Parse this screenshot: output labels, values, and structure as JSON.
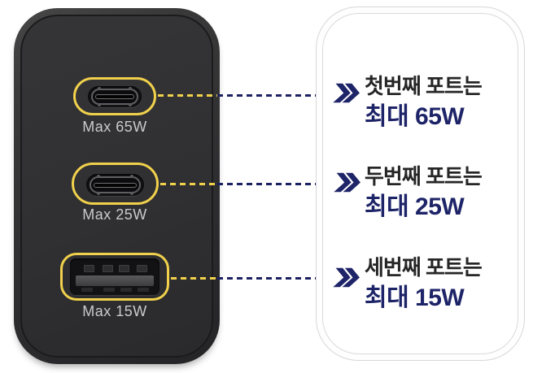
{
  "charger": {
    "ports": [
      {
        "type": "usb-c",
        "label": "Max 65W"
      },
      {
        "type": "usb-c",
        "label": "Max 25W"
      },
      {
        "type": "usb-a",
        "label": "Max 15W"
      }
    ]
  },
  "panel": {
    "rows": [
      {
        "line1": "첫번째 포트는",
        "line2": "최대 65W"
      },
      {
        "line1": "두번째 포트는",
        "line2": "최대 25W"
      },
      {
        "line1": "세번째 포트는",
        "line2": "최대 15W"
      }
    ]
  },
  "colors": {
    "highlight_yellow": "#f1d14c",
    "navy_text": "#1e2468",
    "navy_dash": "#1c2162",
    "port_label_gray": "#cacaca",
    "title_text": "#262626",
    "card_border": "#d7d7d7",
    "charger_body": "#303032"
  }
}
